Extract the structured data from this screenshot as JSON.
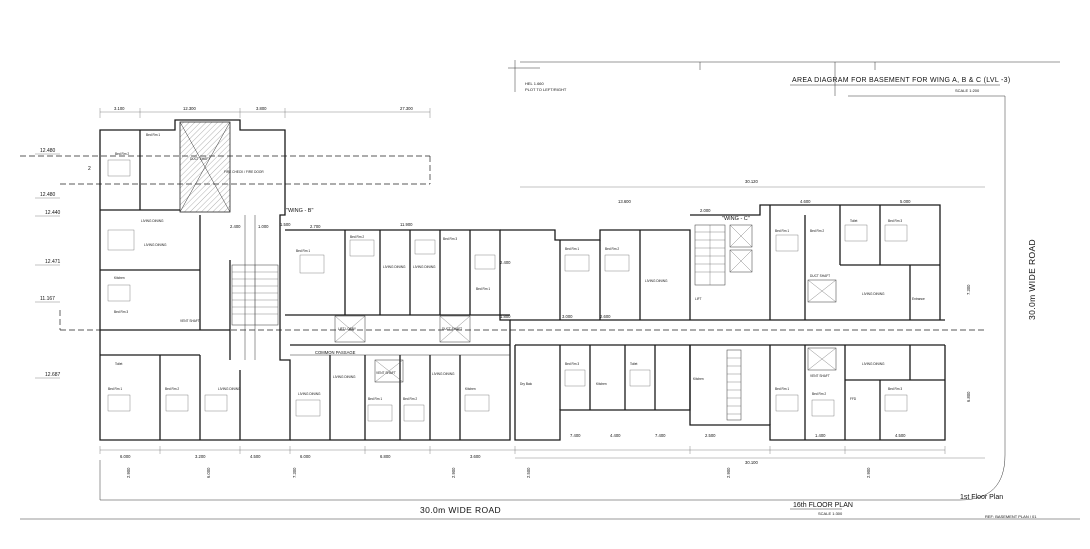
{
  "title_block": {
    "area_diagram_title": "AREA DIAGRAM FOR BASEMENT FOR  WING A, B & C (LVL -3)",
    "area_diagram_scale": "SCALE 1:200",
    "floor_plan_16_title": "16th FLOOR PLAN",
    "floor_plan_16_scale": "SCALE 1:300",
    "floor_plan_1_title": "1st Floor Plan",
    "reference": "REF: BASEMENT PLAN / 01"
  },
  "roads": {
    "bottom": "30.0m WIDE ROAD",
    "right": "30.0m WIDE ROAD"
  },
  "wings": {
    "b": "\"WING - B\"",
    "c": "\"WING - C\""
  },
  "common_passage": "COMMON  PASSAGE",
  "top_notes": [
    "HEL 1.660",
    "PLOT TO LEFT/RIGHT"
  ],
  "level_marks": [
    "12.480",
    "12.480",
    "12.440",
    "12.471",
    "11.167",
    "12.687"
  ],
  "level_mark_2": "2",
  "top_dims": [
    "3.100",
    "12.300",
    "3.800",
    "27.300"
  ],
  "dims_misc": [
    "30.120",
    "13.600",
    "5.000",
    "4.600",
    "2.000",
    "1.500",
    "2.400",
    "4.400",
    "1.800",
    "3.000",
    "2.600",
    "11.900",
    "30.100",
    "2.900",
    "6.000",
    "3.600",
    "7.400",
    "6.800",
    "7.300",
    "2.500",
    "1.400",
    "1.000",
    "2.700",
    "3.200",
    "4.500"
  ],
  "rooms": {
    "bed": "Bed Rm 1",
    "bed2": "Bed Rm 2",
    "bed3": "Bed Rm 3",
    "living": "LIVING DINING",
    "kitchen": "Kitchen",
    "toilet": "Toilet",
    "lift": "LIFT",
    "duct": "DUCT SHAFT",
    "fire": "FIRE CHECK / FIRE DOOR",
    "lobby": "LIFT LOBBY",
    "vent": "VENT SHAFT",
    "entrance": "Entrance",
    "dry": "Dry Balc",
    "ffd": "FFD"
  }
}
